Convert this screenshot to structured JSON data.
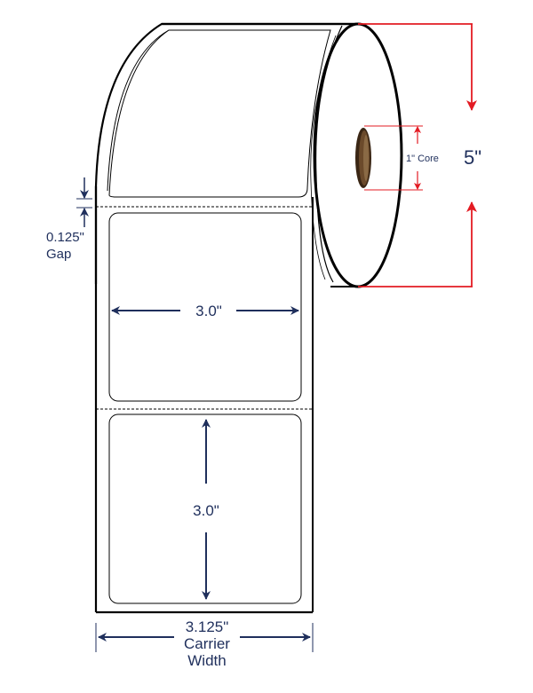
{
  "labels": {
    "gap_value": "0.125\"",
    "gap_word": "Gap",
    "label_width": "3.0\"",
    "label_height": "3.0\"",
    "carrier_value": "3.125\"",
    "carrier_word": "Carrier",
    "width_word": "Width",
    "core": "1\" Core",
    "roll_diameter": "5\""
  },
  "colors": {
    "outline": "#000000",
    "dimension": "#1f2f5c",
    "accent": "#e31b23",
    "core_fill": "#6b4a2b"
  }
}
